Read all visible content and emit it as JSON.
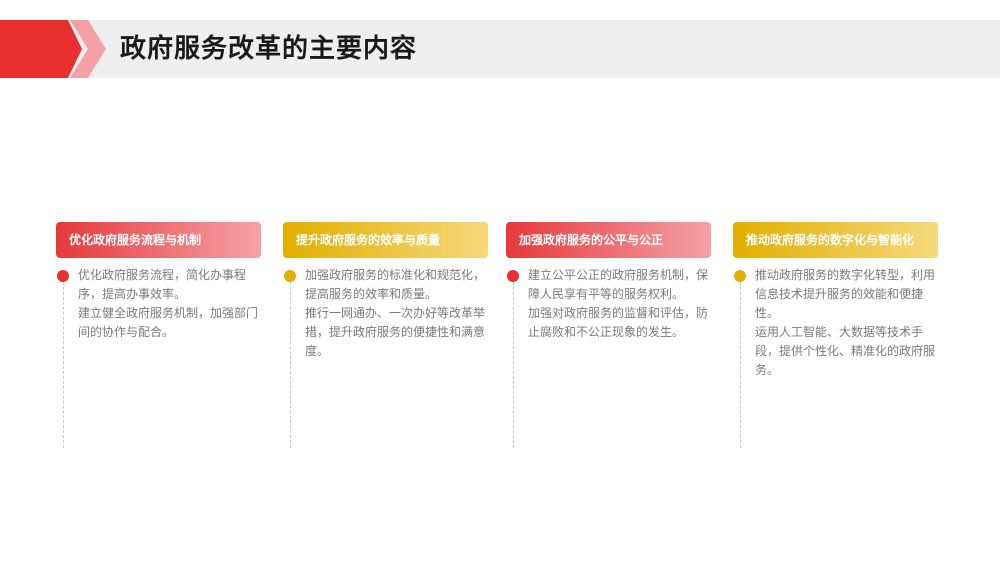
{
  "header": {
    "title": "政府服务改革的主要内容"
  },
  "colors": {
    "red": "#e8312f",
    "gold": "#e2ae00",
    "text": "#7a7a7a"
  },
  "columns": [
    {
      "title": "优化政府服务流程与机制",
      "paragraphs": [
        "优化政府服务流程，简化办事程序，提高办事效率。",
        "建立健全政府服务机制，加强部门间的协作与配合。"
      ]
    },
    {
      "title": "提升政府服务的效率与质量",
      "paragraphs": [
        "加强政府服务的标准化和规范化，提高服务的效率和质量。",
        "推行一网通办、一次办好等改革举措，提升政府服务的便捷性和满意度。"
      ]
    },
    {
      "title": "加强政府服务的公平与公正",
      "paragraphs": [
        "建立公平公正的政府服务机制，保障人民享有平等的服务权利。",
        "加强对政府服务的监督和评估，防止腐败和不公正现象的发生。"
      ]
    },
    {
      "title": "推动政府服务的数字化与智能化",
      "paragraphs": [
        "推动政府服务的数字化转型，利用信息技术提升服务的效能和便捷性。",
        "运用人工智能、大数据等技术手段，提供个性化、精准化的政府服务。"
      ]
    }
  ]
}
